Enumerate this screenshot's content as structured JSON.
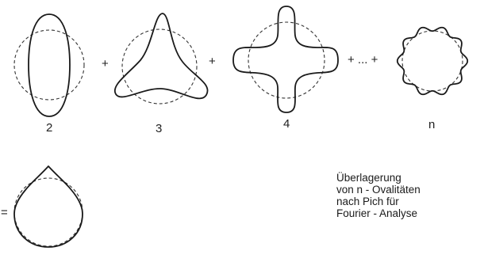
{
  "shapes": [
    {
      "order": 2,
      "label": "2"
    },
    {
      "order": 3,
      "label": "3"
    },
    {
      "order": 4,
      "label": "4"
    },
    {
      "order": "n",
      "label": "n"
    }
  ],
  "operators": {
    "plus1": "+",
    "plus2": "+",
    "plus3": "+",
    "ellipsis_plus": "+ ... +",
    "equals": "="
  },
  "caption": {
    "line1": "Überlagerung",
    "line2": "von  n - Ovalitäten",
    "line3": "nach Pich für",
    "line4": "Fourier - Analyse"
  }
}
